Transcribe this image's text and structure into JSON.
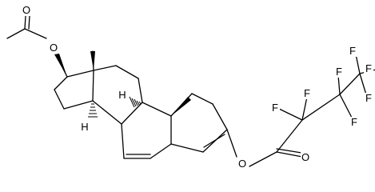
{
  "atom_labels": {
    "o_acetate_carbonyl": "O",
    "o_acetate_ester": "O",
    "h_c9": "H",
    "h_c14": "H",
    "o_enol_ester": "O",
    "o_hfb_carbonyl": "O",
    "f_alpha_1": "F",
    "f_alpha_2": "F",
    "f_beta_1": "F",
    "f_beta_2": "F",
    "f_gamma_1": "F",
    "f_gamma_2": "F",
    "f_gamma_3": "F"
  }
}
